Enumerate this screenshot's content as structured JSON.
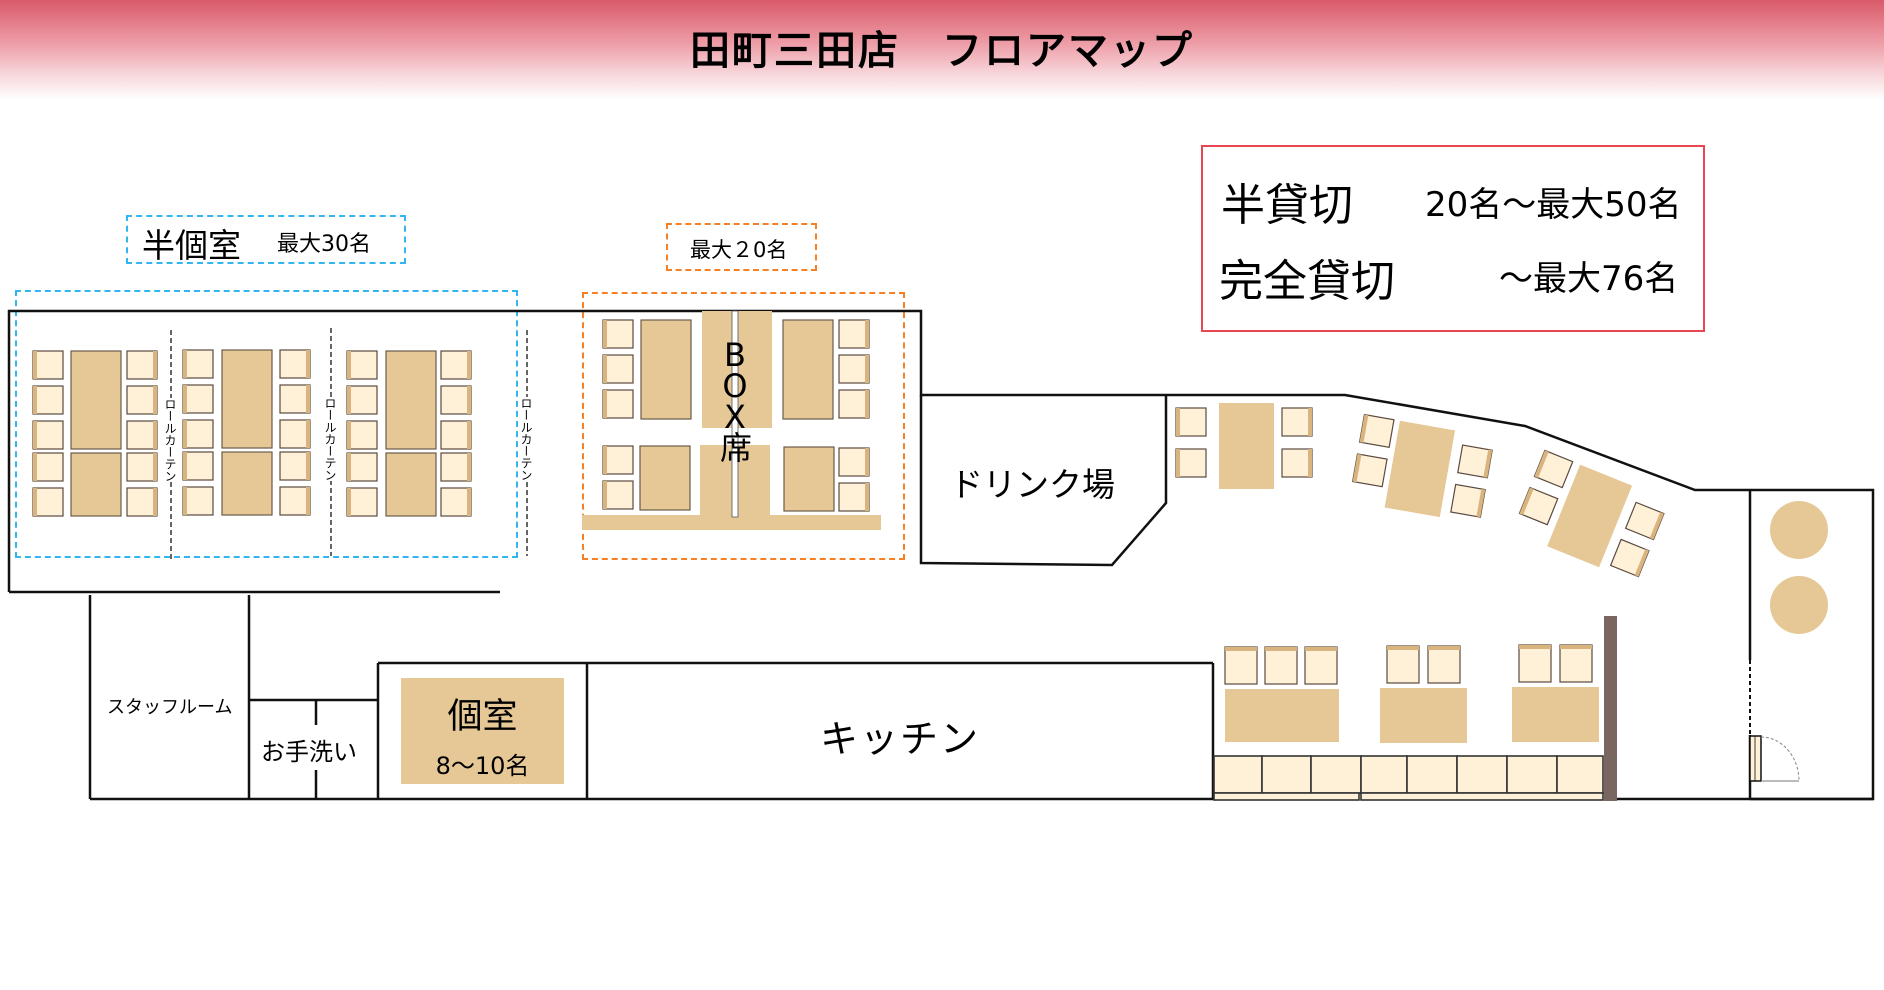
{
  "header": {
    "title": "田町三田店　フロアマップ"
  },
  "capacity_legend": {
    "rows": [
      {
        "label": "半貸切",
        "value": "20名〜最大50名"
      },
      {
        "label": "完全貸切",
        "value": "〜最大76名"
      }
    ],
    "border_color": "#e84650"
  },
  "semi_private": {
    "title": "半個室",
    "capacity": "最大30名",
    "border_color": "#33b5f0"
  },
  "box_seats": {
    "capacity": "最大２0名",
    "label_lines": [
      "B",
      "O",
      "X",
      "席"
    ],
    "border_color": "#f58025"
  },
  "roll_curtain": {
    "label": "ロールカーテン"
  },
  "rooms": {
    "drink": "ドリンク場",
    "staff": "スタッフルーム",
    "restroom": "お手洗い",
    "private_room": {
      "title": "個室",
      "capacity": "8〜10名"
    },
    "kitchen": "キッチン"
  },
  "colors": {
    "table": "#e6c896",
    "chair": "#fff0d8",
    "chair_edge": "#d9b47e",
    "wall": "#111111",
    "pillar": "#7a6660"
  }
}
